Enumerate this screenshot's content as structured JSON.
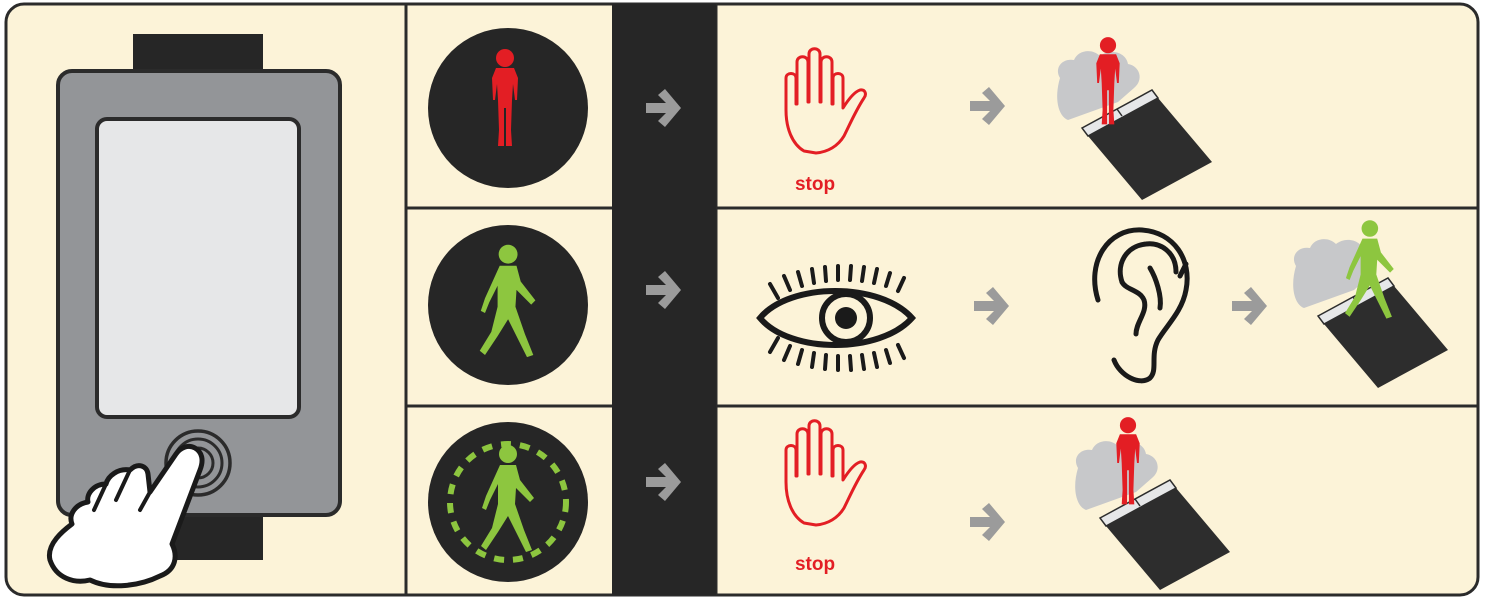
{
  "colors": {
    "background": "#fcf3d8",
    "frame": "#2b2b2b",
    "dark_band": "#262626",
    "signal_red": "#e31e24",
    "signal_green": "#8dc63f",
    "arrow_gray": "#9b9b9b",
    "device_body": "#939598",
    "device_screen": "#e6e7e8",
    "curb_gray": "#c7c8ca",
    "road_dark": "#2d2d2d"
  },
  "icons": {
    "device": "pedestrian-push-button-device-icon",
    "hand": "hand-pointer-icon",
    "dont_walk": "red-standing-person-icon",
    "walk": "green-walking-person-icon",
    "flashing_walk": "flashing-green-walking-person-icon",
    "stop_hand": "stop-hand-icon",
    "eye": "eye-icon",
    "ear": "ear-icon",
    "curb_wait": "person-waiting-at-curb-icon",
    "curb_cross": "person-crossing-street-icon",
    "arrow": "right-arrow-icon"
  },
  "rows": [
    {
      "signal": "dont_walk",
      "stop_label": "stop"
    },
    {
      "signal": "walk"
    },
    {
      "signal": "flashing_walk",
      "stop_label": "stop"
    }
  ]
}
